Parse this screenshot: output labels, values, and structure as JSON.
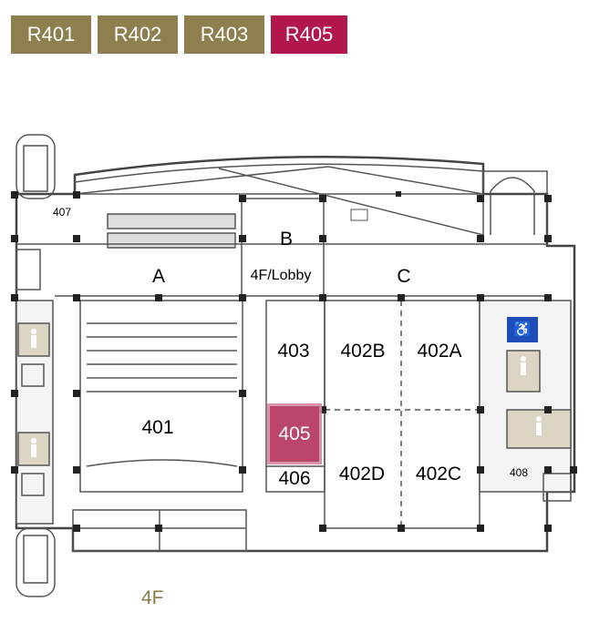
{
  "tabs": [
    {
      "label": "R401",
      "color": "#8d7f4e"
    },
    {
      "label": "R402",
      "color": "#8d7f4e"
    },
    {
      "label": "R403",
      "color": "#8d7f4e"
    },
    {
      "label": "R405",
      "color": "#b2164e"
    }
  ],
  "rooms": {
    "a": "A",
    "b": "B",
    "lobby": "4F/Lobby",
    "c": "C",
    "r403": "403",
    "r402b": "402B",
    "r402a": "402A",
    "r401": "401",
    "r405": "405",
    "r406": "406",
    "r402d": "402D",
    "r402c": "402C",
    "r407": "407",
    "r408": "408"
  },
  "floor": "4F",
  "icons": {
    "accessible": "wheelchair-icon",
    "restroom": "person-icon"
  }
}
